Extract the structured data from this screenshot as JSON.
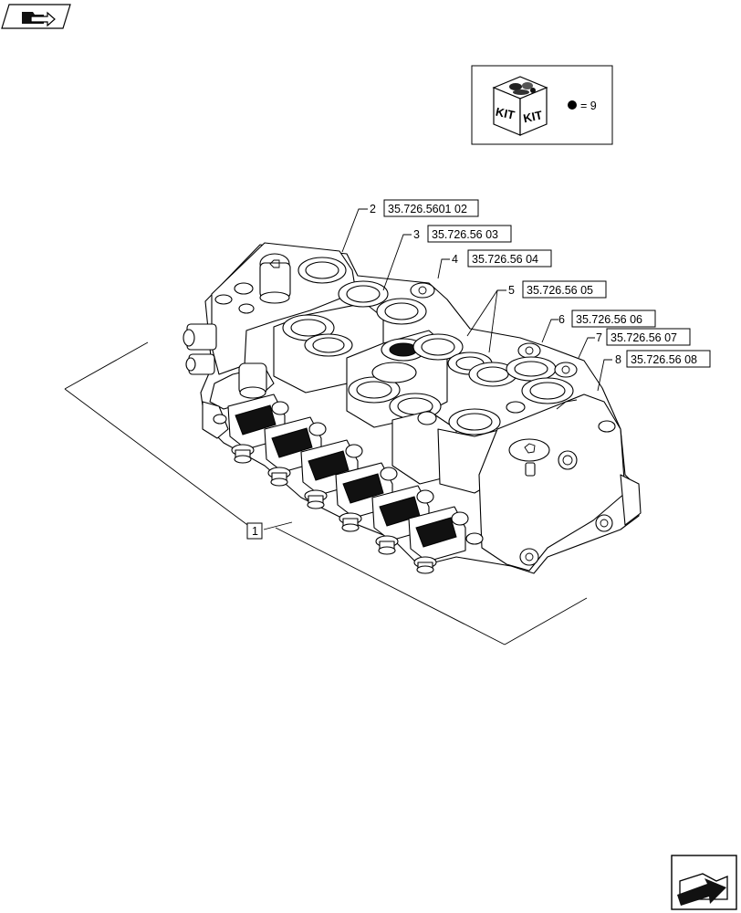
{
  "kit_box": {
    "kit_text_left": "KIT",
    "kit_text_right": "KIT",
    "legend_text": "= 9"
  },
  "callouts": [
    {
      "num": "2",
      "ref": "35.726.5601 02"
    },
    {
      "num": "3",
      "ref": "35.726.56 03"
    },
    {
      "num": "4",
      "ref": "35.726.56 04"
    },
    {
      "num": "5",
      "ref": "35.726.56 05"
    },
    {
      "num": "6",
      "ref": "35.726.56 06"
    },
    {
      "num": "7",
      "ref": "35.726.56 07"
    },
    {
      "num": "8",
      "ref": "35.726.56 08"
    }
  ],
  "assembly_label": "1",
  "icons": {
    "top_left": "folder-arrow-icon",
    "bottom_right": "next-page-arrow-icon"
  }
}
